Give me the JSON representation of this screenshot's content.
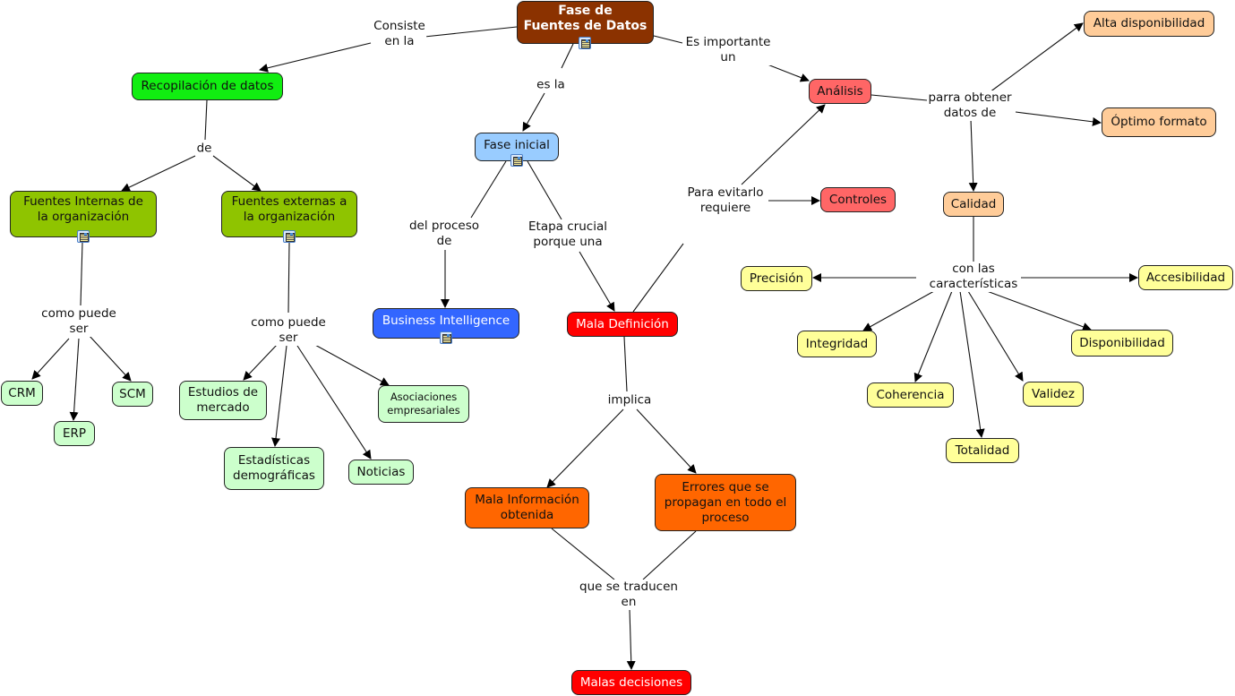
{
  "colors": {
    "brown": "#8b3200",
    "green_bright": "#11ee11",
    "olive": "#8fc400",
    "light_green": "#ccffcc",
    "light_blue": "#99ccff",
    "blue": "#3366ff",
    "red": "#ff0000",
    "salmon": "#ff6666",
    "orange": "#ff6600",
    "peach": "#ffcc99",
    "yellow": "#ffff99"
  },
  "nodes": {
    "fase_fuentes": "Fase de\nFuentes de Datos",
    "recopilacion": "Recopilación de datos",
    "fuentes_internas": "Fuentes Internas de\nla organización",
    "fuentes_externas": "Fuentes externas a\nla organización",
    "crm": "CRM",
    "erp": "ERP",
    "scm": "SCM",
    "estudios": "Estudios de\nmercado",
    "estadisticas": "Estadísticas\ndemográficas",
    "noticias": "Noticias",
    "asociaciones": "Asociaciones\nempresariales",
    "fase_inicial": "Fase inicial",
    "business_intelligence": "Business Intelligence",
    "mala_definicion": "Mala Definición",
    "mala_informacion": "Mala Información\nobtenida",
    "errores": "Errores que se\npropagan en todo el\nproceso",
    "malas_decisiones": "Malas decisiones",
    "analisis": "Análisis",
    "controles": "Controles",
    "alta_disponibilidad": "Alta disponibilidad",
    "optimo_formato": "Óptimo formato",
    "calidad": "Calidad",
    "precision": "Precisión",
    "accesibilidad": "Accesibilidad",
    "integridad": "Integridad",
    "disponibilidad": "Disponibilidad",
    "coherencia": "Coherencia",
    "validez": "Validez",
    "totalidad": "Totalidad"
  },
  "links": {
    "consiste": "Consiste\nen la",
    "es_la": "es la",
    "es_importante": "Es importante\nun",
    "de": "de",
    "como_puede_ser_1": "como puede\nser",
    "como_puede_ser_2": "como puede\nser",
    "del_proceso": "del proceso\nde",
    "etapa_crucial": "Etapa crucial\nporque una",
    "para_evitarlo": "Para evitarlo\nrequiere",
    "parra_obtener": "parra obtener\ndatos de",
    "con_las": "con las\ncaracterísticas",
    "implica": "implica",
    "que_se_traducen": "que se traducen\nen"
  },
  "resource_icons": [
    "fase_fuentes",
    "fuentes_internas",
    "fuentes_externas",
    "fase_inicial",
    "business_intelligence"
  ]
}
